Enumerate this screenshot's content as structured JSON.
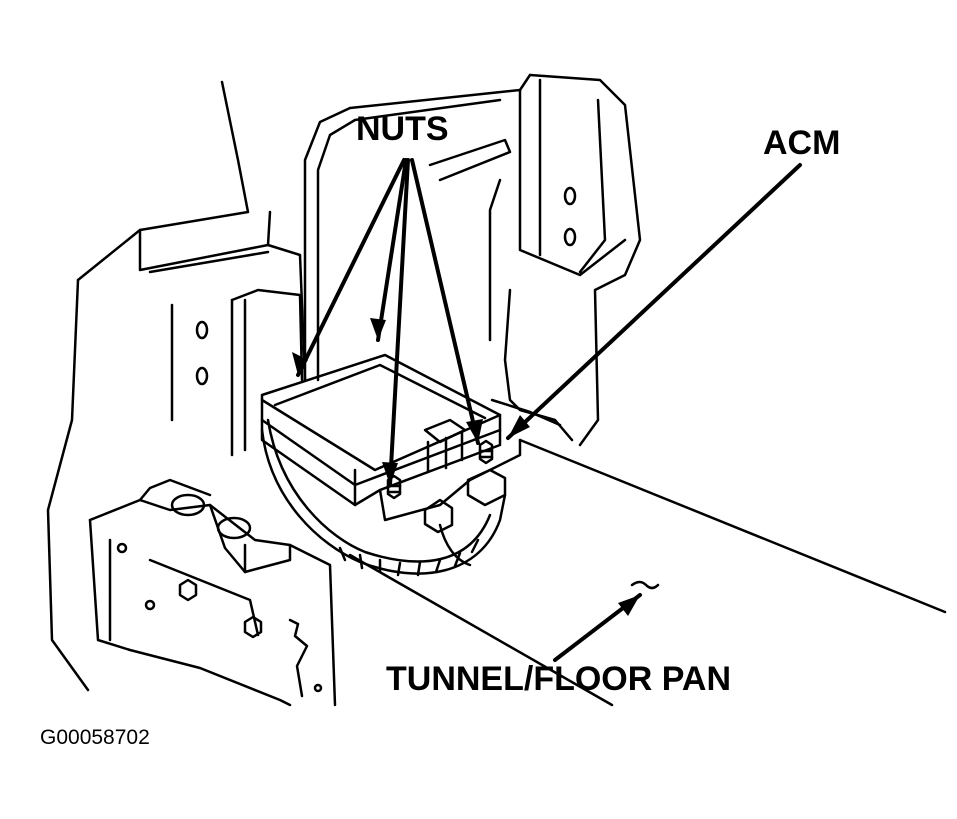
{
  "labels": {
    "nuts": "NUTS",
    "acm": "ACM",
    "tunnel": "TUNNEL/FLOOR PAN"
  },
  "figure_id": "G00058702",
  "colors": {
    "ink": "#000000",
    "paper": "#ffffff"
  }
}
